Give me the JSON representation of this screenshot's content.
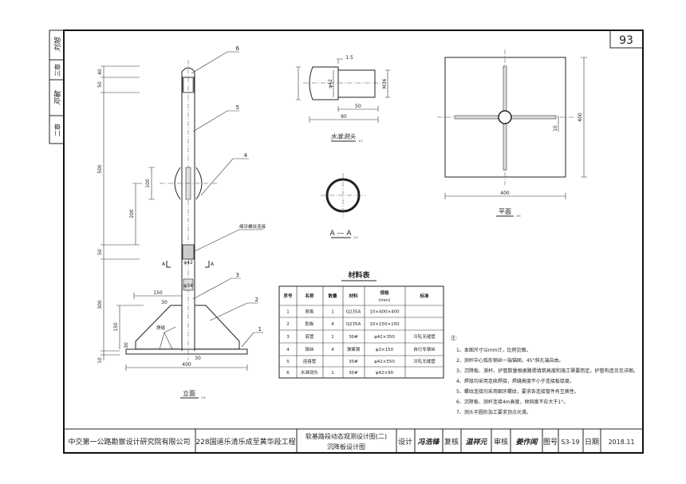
{
  "page_number": "93",
  "side_strip": {
    "review2_label": "二审",
    "review2_sig": "邓敏",
    "review3_label": "三审",
    "review3_sig": "刘旭"
  },
  "elevation": {
    "title": "立面",
    "scale": "1:5",
    "dims": {
      "cap": "40",
      "thread": "50",
      "pipe": "500",
      "connector": "50",
      "base_tube": "300",
      "plate": "10",
      "wire_pos": "200",
      "wire_len": "100",
      "rib_w": "150",
      "rib_top": "30",
      "rib_h": "150",
      "rib_side": "30",
      "plate_w": "400",
      "gap": "30",
      "tube_d": "φ42",
      "inner_d": "φ34"
    },
    "callouts": [
      "1",
      "2",
      "3",
      "4",
      "5",
      "6"
    ],
    "thread_label": "细牙螺纹连接",
    "weld_label": "焊缝",
    "section_mark": "A"
  },
  "level_head": {
    "title": "水准测头",
    "scale": "1:2",
    "dims": {
      "gap": "1.5",
      "dia": "φ42",
      "thread": "M36",
      "len1": "50",
      "len2": "90"
    }
  },
  "section": {
    "title": "A — A",
    "scale": "1:2"
  },
  "plan": {
    "title": "平面",
    "scale": "1:5",
    "dims": {
      "width": "400",
      "height": "400",
      "rib": "10"
    }
  },
  "materials": {
    "title": "材料表",
    "headers": [
      "序号",
      "名称",
      "数量",
      "材料",
      "规格",
      "(mm)",
      "标准"
    ],
    "rows": [
      [
        "1",
        "底板",
        "1",
        "Q235A",
        "10×400×400",
        ""
      ],
      [
        "2",
        "肋板",
        "4",
        "Q235A",
        "10×150×150",
        ""
      ],
      [
        "3",
        "底管",
        "1",
        "30#",
        "φ42×350",
        "冷轧无缝管"
      ],
      [
        "4",
        "钢丝",
        "4",
        "弹簧钢",
        "φ3×150",
        "自行车钢丝"
      ],
      [
        "5",
        "连接管",
        "",
        "30#",
        "φ42×550",
        "冷轧无缝管"
      ],
      [
        "6",
        "水准测头",
        "1",
        "30#",
        "φ42×90",
        ""
      ]
    ]
  },
  "notes": {
    "title": "注:",
    "items": [
      "1、本图尺寸以mm计，比例见图。",
      "2、测杆中心弧形钢丝一端锚固，45°斜孔端自由。",
      "3、沉降板、测杆、护管数量根据路堤填筑高度和施工需要而定，护管构造另见详图。",
      "4、焊接均采用连续焊接，焊缝高度不小于连接板厚度。",
      "5、螺纹连接均采用细牙螺纹，要求各连接管件有互换性。",
      "6、沉降板、测杆连接4m高度，倾斜度不应大于1°。",
      "7、测头半圆形加工要求顶点光滑。"
    ]
  },
  "title_block": {
    "company": "中交第一公路勘察设计研究院有限公司",
    "project": "228国道乐清乐成至黄华段工程",
    "drawing_title_1": "软基路段动态观测设计图(二)",
    "drawing_title_2": "沉降板设计图",
    "design_label": "设计",
    "design_sig": "冯浩锋",
    "check_label": "复核",
    "check_sig": "温祥元",
    "review_label": "审核",
    "review_sig": "姜作闻",
    "drawing_no_label": "图号",
    "drawing_no": "S3-19",
    "date_label": "日期",
    "date": "2018.11"
  }
}
